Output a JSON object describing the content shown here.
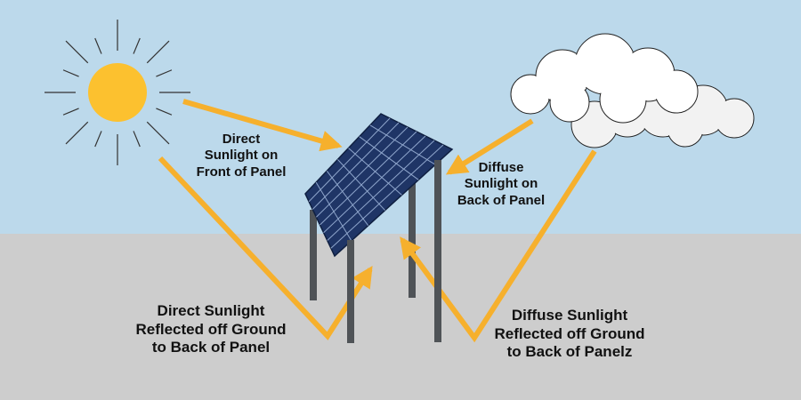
{
  "labels": {
    "direct_front": {
      "lines": [
        "Direct",
        "Sunlight on",
        "Front of Panel"
      ]
    },
    "diffuse_back": {
      "lines": [
        "Diffuse",
        "Sunlight on",
        "Back of Panel"
      ]
    },
    "direct_reflected": {
      "lines": [
        "Direct Sunlight",
        "Reflected off Ground",
        "to Back of Panel"
      ]
    },
    "diffuse_reflected": {
      "lines": [
        "Diffuse Sunlight",
        "Reflected off Ground",
        "to Back of Panelz"
      ]
    }
  },
  "icons": {
    "sun": "sun-icon",
    "cloud": "cloud-icon",
    "panel": "solar-panel-icon"
  },
  "colors": {
    "sky": "#bcd9eb",
    "ground": "#cdcdcd",
    "sun": "#fcc12f",
    "ray": "#f6b02d",
    "panel": "#1f3566",
    "panel_grid": "#8fa6cc",
    "post": "#4f5357",
    "cloud": "#ffffff",
    "cloud_shadow": "#dcdcdc",
    "text": "#111111"
  }
}
